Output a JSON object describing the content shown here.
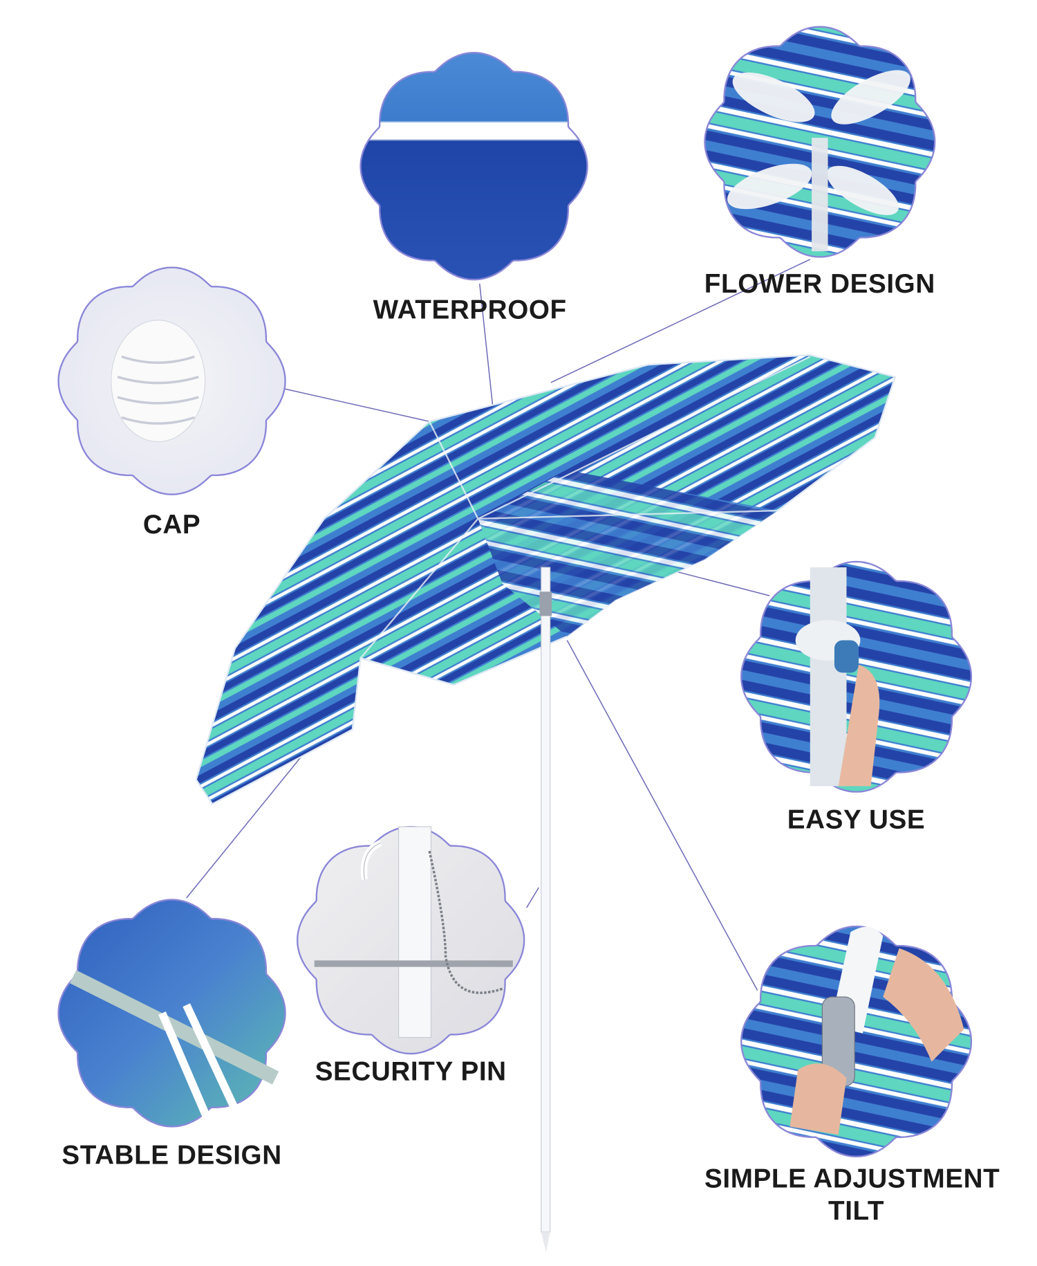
{
  "features": {
    "waterproof": {
      "label": "WATERPROOF"
    },
    "flower_design": {
      "label": "FLOWER DESIGN"
    },
    "cap": {
      "label": "CAP"
    },
    "easy_use": {
      "label": "EASY USE"
    },
    "security_pin": {
      "label": "SECURITY PIN"
    },
    "stable_design": {
      "label": "STABLE DESIGN"
    },
    "simple_adjustment": {
      "label_line1": "SIMPLE ADJUSTMENT",
      "label_line2": "TILT"
    }
  },
  "colors": {
    "navy": "#2443a8",
    "blue": "#3f7fd0",
    "aqua": "#5fd6c0",
    "white": "#ffffff",
    "outline": "#8a86d8",
    "leader": "#6e6bb8"
  }
}
